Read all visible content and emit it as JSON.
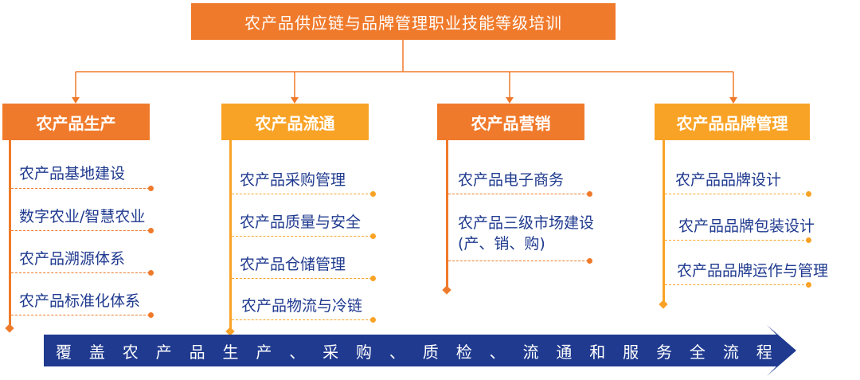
{
  "title": "农产品供应链与品牌管理职业技能等级培训",
  "categories": [
    {
      "label": "农产品生产",
      "items": [
        "农产品基地建设",
        "数字农业/智慧农业",
        "农产品溯源体系",
        "农产品标准化体系"
      ]
    },
    {
      "label": "农产品流通",
      "items": [
        "农产品采购管理",
        "农产品质量与安全",
        "农产品仓储管理",
        "农产品物流与冷链"
      ]
    },
    {
      "label": "农产品营销",
      "items": [
        "农产品电子商务",
        "农产品三级市场建设",
        "(产、销、购)"
      ]
    },
    {
      "label": "农产品品牌管理",
      "items": [
        "农产品品牌设计",
        "农产品品牌包装设计",
        "农产品品牌运作与管理"
      ]
    }
  ],
  "banner": [
    "覆",
    "盖",
    "农",
    "产",
    "品",
    "生",
    "产",
    "、",
    "采",
    "购",
    "、",
    "质",
    "检",
    "、",
    "流",
    "通",
    "和",
    "服",
    "务",
    "全",
    "流",
    "程"
  ],
  "colors": {
    "orange": "#f07a2b",
    "yellow": "#f9a326",
    "navy": "#1f3a8f",
    "item_text": "#1f3a8f"
  }
}
